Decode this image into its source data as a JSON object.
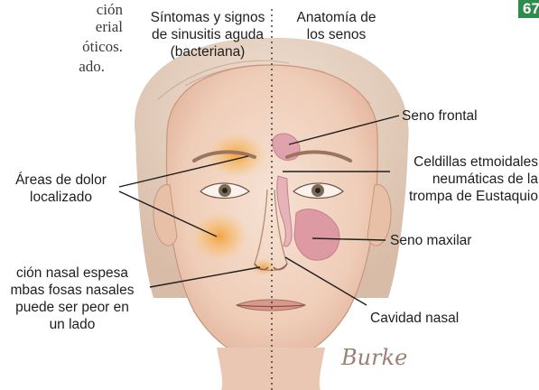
{
  "body_text": {
    "line1": "ción",
    "line2": "erial",
    "line3": "óticos.",
    "line4": "ado."
  },
  "page_number": "67",
  "headers": {
    "left": "Síntomas y signos\nde sinusitis aguda\n(bacteriana)",
    "right": "Anatomía de\nlos senos"
  },
  "labels": {
    "pain_areas": "Áreas de dolor\nlocalizado",
    "nasal_discharge": "ción nasal espesa\nmbas fosas nasales\npuede ser peor en\nun lado",
    "frontal_sinus": "Seno frontal",
    "ethmoid_cells": "Celdillas etmoidales\nneumáticas de la\ntrompa de Eustaquio",
    "maxillary_sinus": "Seno maxilar",
    "nasal_cavity": "Cavidad nasal"
  },
  "signature": "Burke",
  "colors": {
    "skin": "#f3d8c6",
    "skin_shadow": "#d9a98f",
    "hair": "#e9d5c4",
    "pain_glow": "#f7a93a",
    "sinus": "#d98c98",
    "badge": "#2e8b4e",
    "leader_line": "#1e1e1e"
  }
}
